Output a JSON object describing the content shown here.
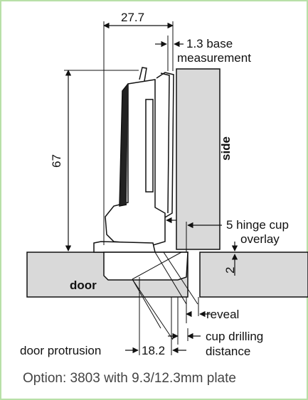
{
  "labels": {
    "width_top": "27.7",
    "base_line1": "1.3 base",
    "base_line2": "measurement",
    "height": "67",
    "side": "side",
    "cup_overlay_line1": "5 hinge cup",
    "cup_overlay_line2": "overlay",
    "gap": "2",
    "door": "door",
    "reveal": "reveal",
    "cup_drill_line1": "cup drilling",
    "cup_drill_line2": "distance",
    "door_protrusion": "door protrusion",
    "protrusion_value": "18.2"
  },
  "caption": "Option:  3803 with 9.3/12.3mm plate",
  "colors": {
    "panel_fill": "#d9d9d9",
    "frame_border": "#b8e0a8",
    "line": "#111111"
  }
}
